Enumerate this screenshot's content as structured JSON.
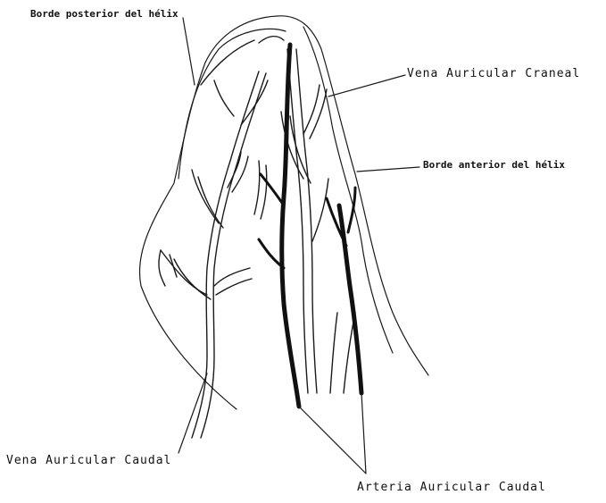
{
  "labels": {
    "borde_posterior": "Borde posterior del hélix",
    "vena_craneal": "Vena Auricular Craneal",
    "borde_anterior": "Borde anterior del hélix",
    "vena_caudal": "Vena Auricular Caudal",
    "arteria_caudal": "Arteria Auricular Caudal"
  }
}
